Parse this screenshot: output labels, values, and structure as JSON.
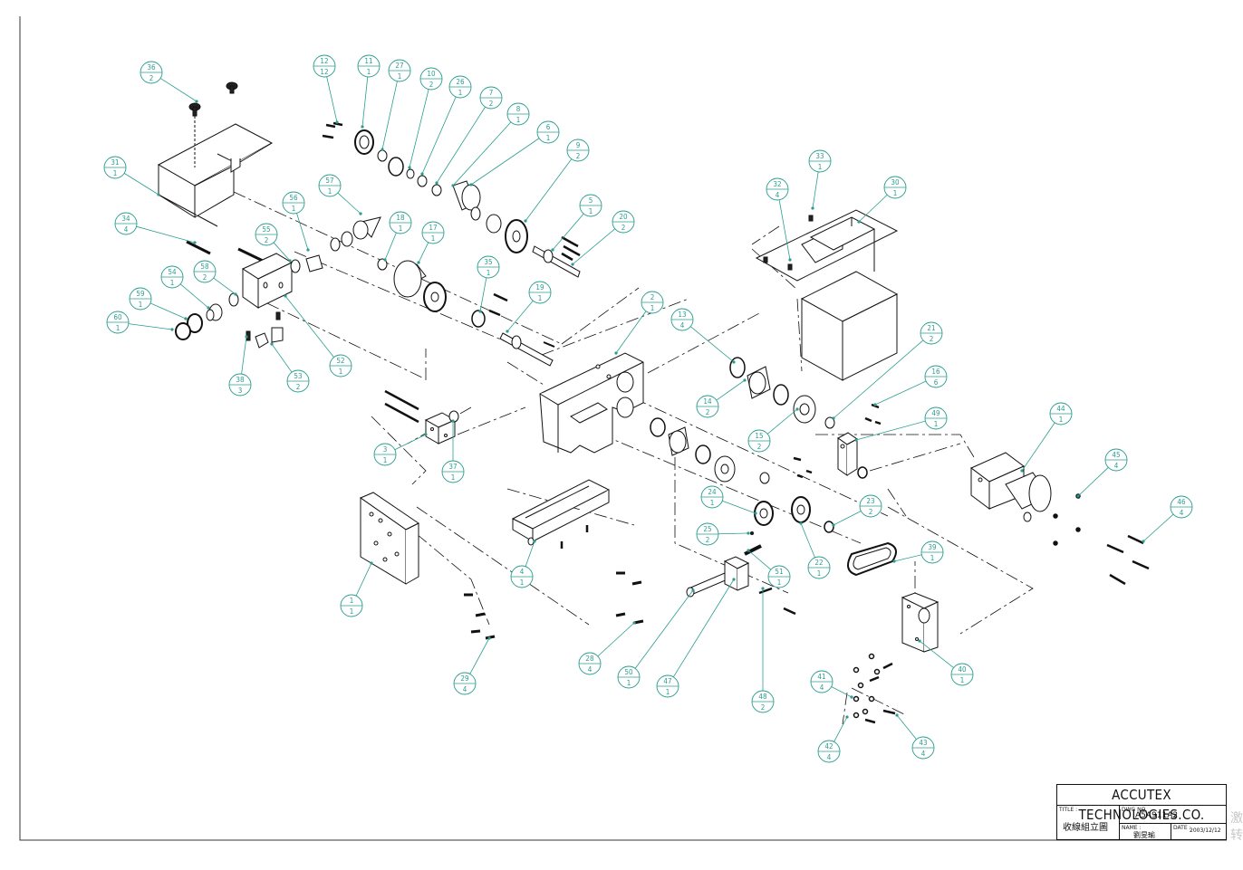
{
  "title_block": {
    "company": "ACCUTEX  TECHNOLOGIES.CO.",
    "title_label": "TITLE :",
    "title_value": "收線組立圖",
    "dwg_label": "DWG NO.",
    "dwg_value": "A5A911A2",
    "name_label": "NAME :",
    "name_value": "劉旻瑜",
    "date_label": "DATE :",
    "date_value": "2003/12/12"
  },
  "watermark": [
    "激",
    "转"
  ],
  "balloons": [
    {
      "id": "12",
      "qty": "12"
    },
    {
      "id": "11",
      "qty": "1"
    },
    {
      "id": "27",
      "qty": "1"
    },
    {
      "id": "10",
      "qty": "2"
    },
    {
      "id": "26",
      "qty": "1"
    },
    {
      "id": "7",
      "qty": "2"
    },
    {
      "id": "8",
      "qty": "1"
    },
    {
      "id": "6",
      "qty": "1"
    },
    {
      "id": "9",
      "qty": "2"
    },
    {
      "id": "36",
      "qty": "2"
    },
    {
      "id": "31",
      "qty": "1"
    },
    {
      "id": "34",
      "qty": "4"
    },
    {
      "id": "57",
      "qty": "1"
    },
    {
      "id": "56",
      "qty": "1"
    },
    {
      "id": "55",
      "qty": "2"
    },
    {
      "id": "58",
      "qty": "2"
    },
    {
      "id": "54",
      "qty": "1"
    },
    {
      "id": "59",
      "qty": "1"
    },
    {
      "id": "60",
      "qty": "1"
    },
    {
      "id": "18",
      "qty": "1"
    },
    {
      "id": "17",
      "qty": "1"
    },
    {
      "id": "5",
      "qty": "1"
    },
    {
      "id": "20",
      "qty": "2"
    },
    {
      "id": "35",
      "qty": "1"
    },
    {
      "id": "19",
      "qty": "1"
    },
    {
      "id": "52",
      "qty": "1"
    },
    {
      "id": "53",
      "qty": "2"
    },
    {
      "id": "38",
      "qty": "3"
    },
    {
      "id": "33",
      "qty": "1"
    },
    {
      "id": "32",
      "qty": "4"
    },
    {
      "id": "30",
      "qty": "1"
    },
    {
      "id": "2",
      "qty": "1"
    },
    {
      "id": "13",
      "qty": "4"
    },
    {
      "id": "14",
      "qty": "2"
    },
    {
      "id": "15",
      "qty": "2"
    },
    {
      "id": "21",
      "qty": "2"
    },
    {
      "id": "16",
      "qty": "6"
    },
    {
      "id": "49",
      "qty": "1"
    },
    {
      "id": "44",
      "qty": "1"
    },
    {
      "id": "45",
      "qty": "4"
    },
    {
      "id": "46",
      "qty": "4"
    },
    {
      "id": "3",
      "qty": "1"
    },
    {
      "id": "37",
      "qty": "1"
    },
    {
      "id": "24",
      "qty": "1"
    },
    {
      "id": "23",
      "qty": "2"
    },
    {
      "id": "25",
      "qty": "2"
    },
    {
      "id": "22",
      "qty": "1"
    },
    {
      "id": "39",
      "qty": "1"
    },
    {
      "id": "4",
      "qty": "1"
    },
    {
      "id": "51",
      "qty": "1"
    },
    {
      "id": "1",
      "qty": "1"
    },
    {
      "id": "28",
      "qty": "4"
    },
    {
      "id": "29",
      "qty": "4"
    },
    {
      "id": "50",
      "qty": "1"
    },
    {
      "id": "47",
      "qty": "1"
    },
    {
      "id": "48",
      "qty": "2"
    },
    {
      "id": "40",
      "qty": "1"
    },
    {
      "id": "41",
      "qty": "4"
    },
    {
      "id": "42",
      "qty": "4"
    },
    {
      "id": "43",
      "qty": "4"
    }
  ],
  "colors": {
    "balloon": "#2a9d8f",
    "ink": "#111111",
    "frame": "#333333"
  }
}
